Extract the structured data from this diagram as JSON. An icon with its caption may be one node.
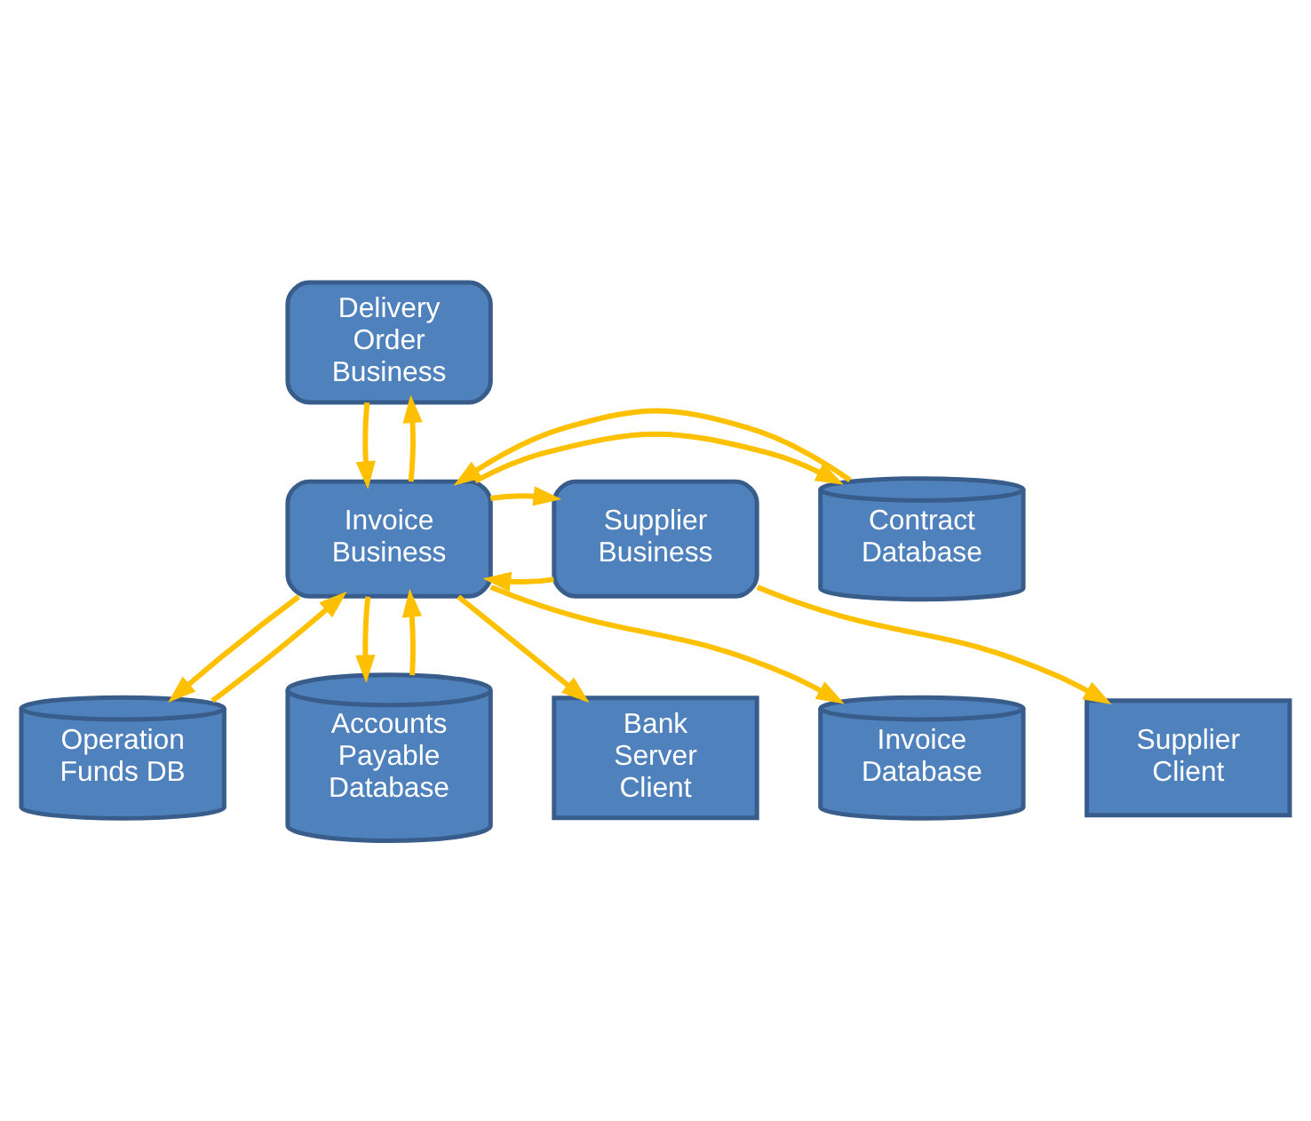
{
  "diagram": {
    "nodes": [
      {
        "text": [
          "Delivery Order Business"
        ]
      },
      {
        "text": [
          "Contract Database"
        ]
      },
      {
        "text": [
          "Supplier Business"
        ]
      },
      {
        "text": [
          "Invoice Business"
        ]
      },
      {
        "text": [
          "Operation Funds DB"
        ]
      },
      {
        "text": [
          "Supplier Client"
        ]
      },
      {
        "text": [
          "Accounts Payable Database"
        ]
      },
      {
        "text": [
          "Bank Server Client"
        ]
      },
      {
        "text": [
          "Invoice Database"
        ]
      }
    ],
    "edges": [
      {
        "from": 3,
        "to": 0,
        "arrow": "to"
      },
      {
        "from": 0,
        "to": 3,
        "arrow": "to"
      },
      {
        "from": 2,
        "to": 3,
        "arrow": "to"
      },
      {
        "from": 3,
        "to": 2,
        "arrow": "to"
      },
      {
        "from": 3,
        "to": 1,
        "arrow": "to"
      },
      {
        "from": 1,
        "to": 3,
        "arrow": "to"
      },
      {
        "from": 3,
        "to": 4,
        "arrow": "to"
      },
      {
        "from": 4,
        "to": 3,
        "arrow": "to"
      },
      {
        "from": 3,
        "to": 6,
        "arrow": "to"
      },
      {
        "from": 6,
        "to": 3,
        "arrow": "to"
      },
      {
        "from": 2,
        "to": 5,
        "arrow": "to"
      },
      {
        "from": 3,
        "to": 7,
        "arrow": "to"
      },
      {
        "from": 3,
        "to": 8,
        "arrow": "to"
      }
    ]
  }
}
